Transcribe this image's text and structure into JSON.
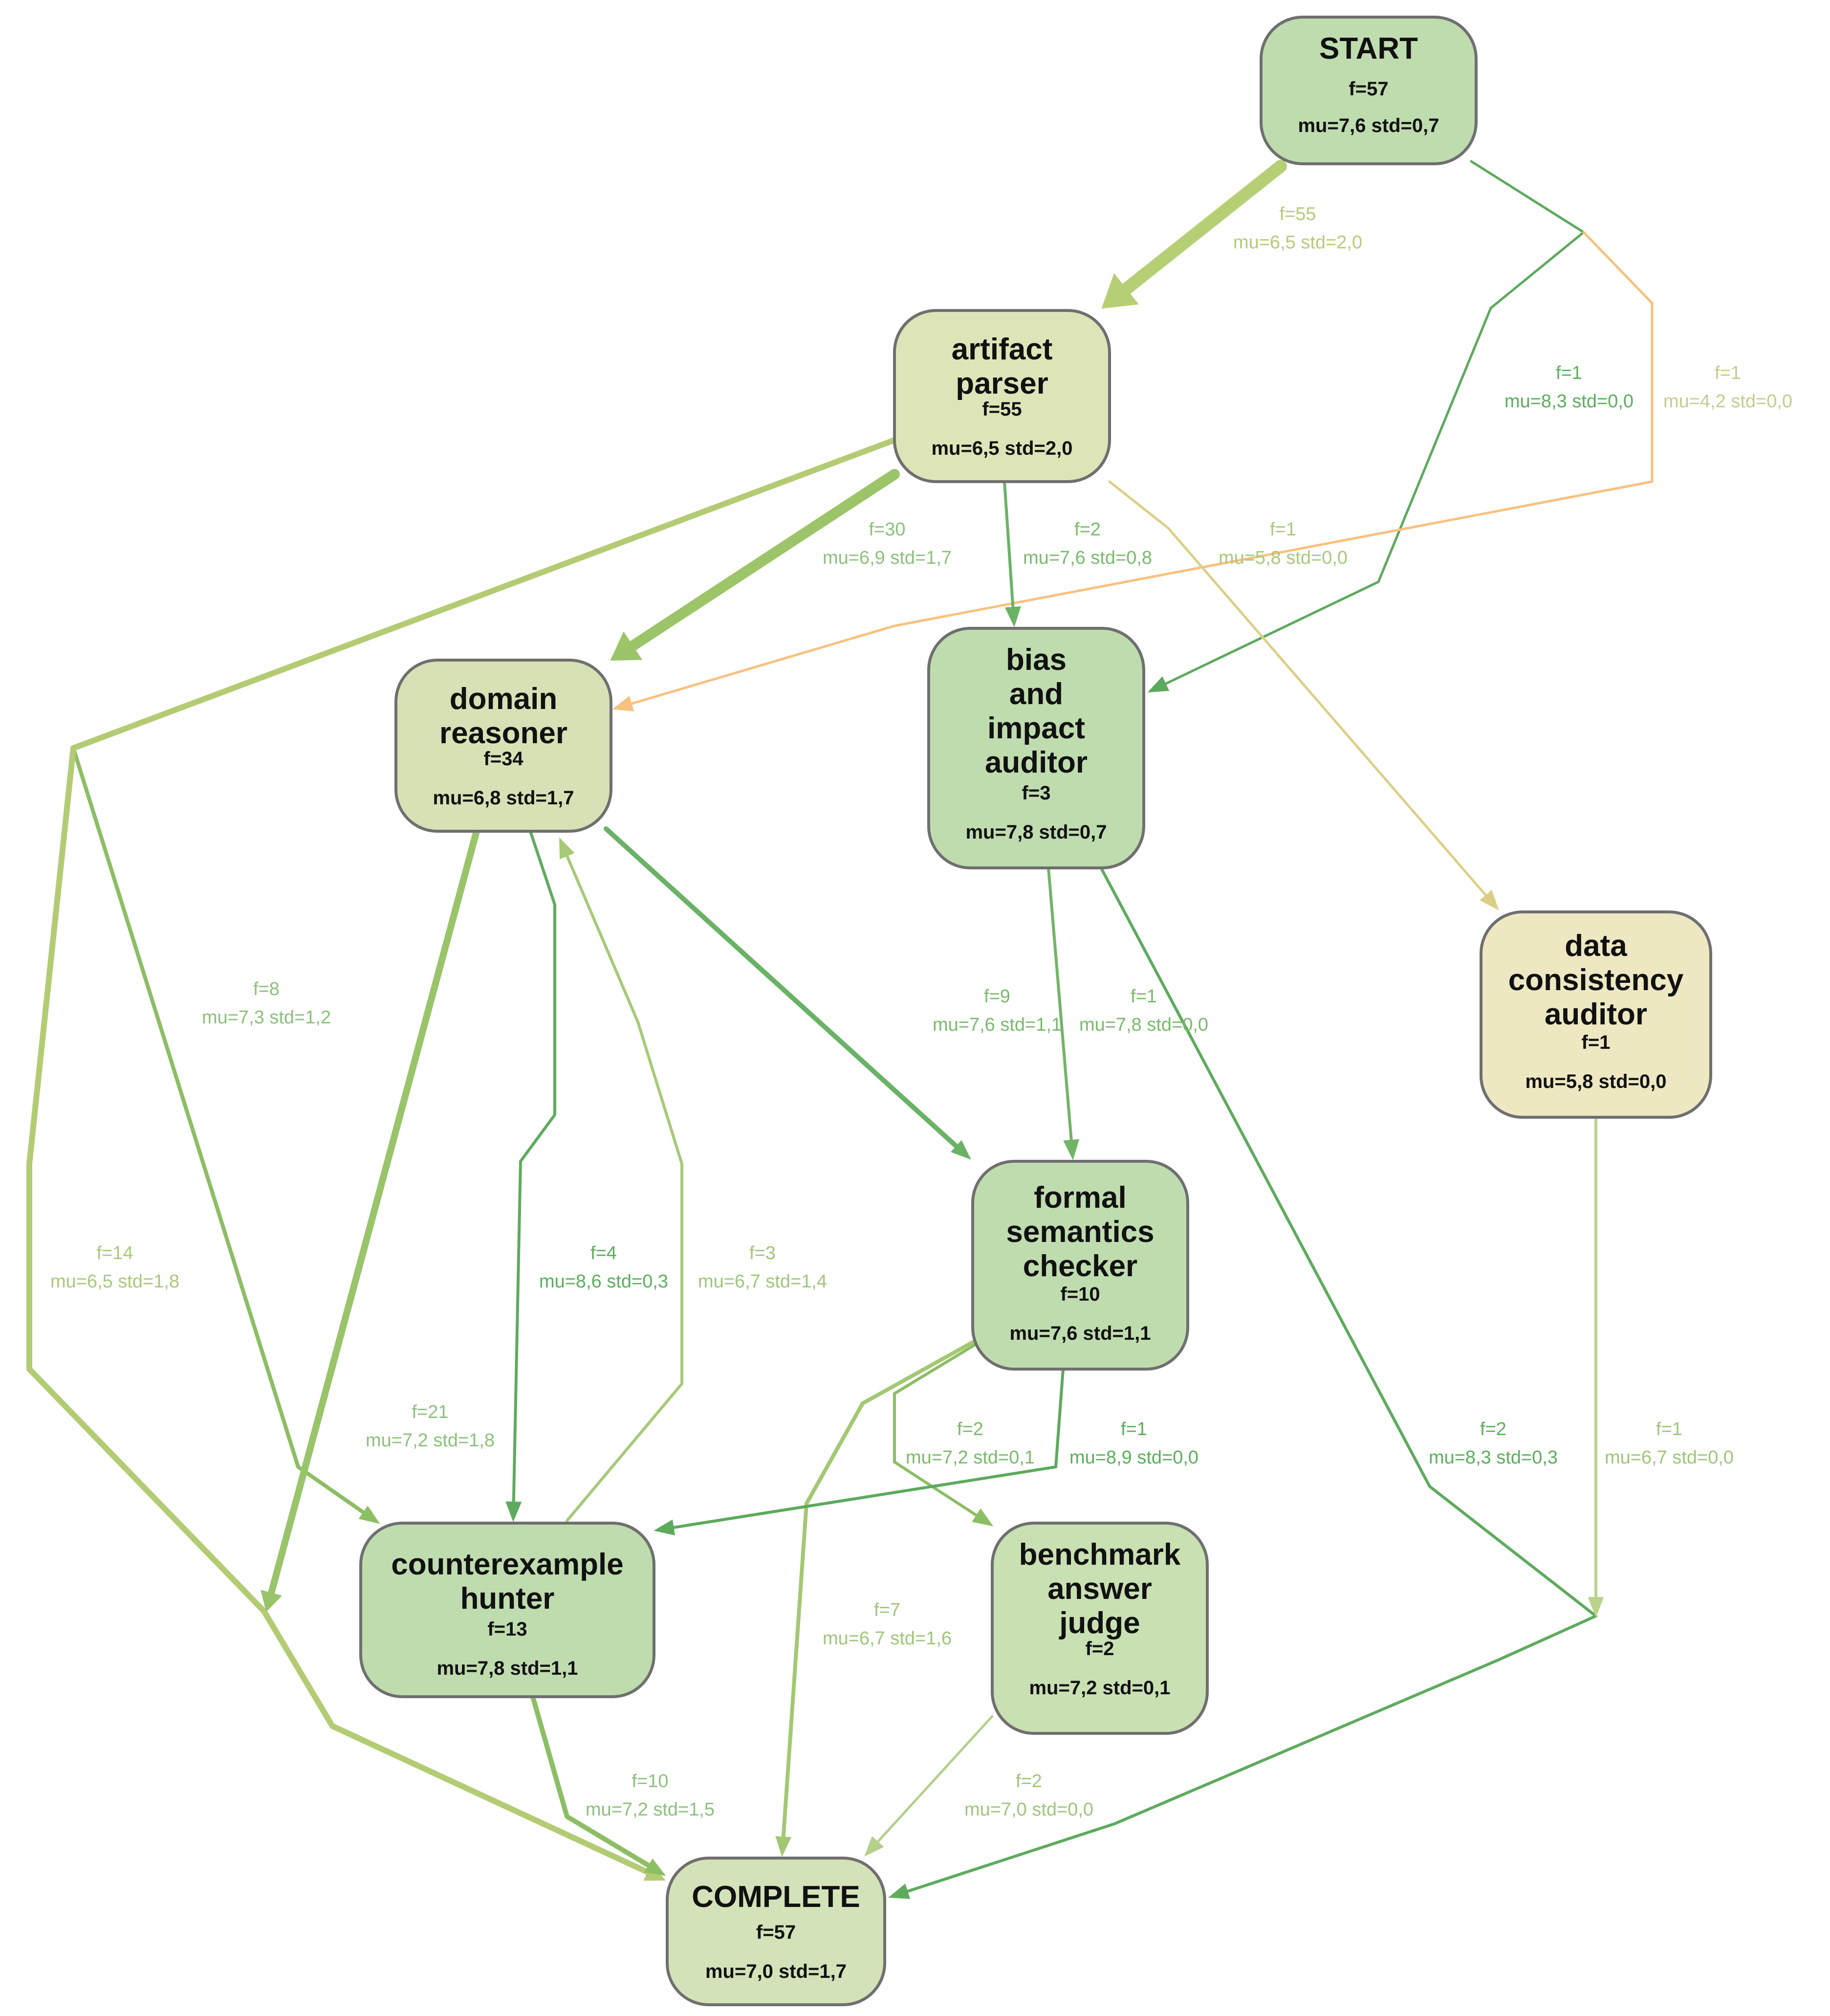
{
  "nodes": [
    {
      "id": "start",
      "title": [
        "START"
      ],
      "freq": "f=57",
      "stats": "mu=7,6 std=0,7",
      "fill": "#bfdcaf"
    },
    {
      "id": "artifact-parser",
      "title": [
        "artifact",
        "parser"
      ],
      "freq": "f=55",
      "stats": "mu=6,5 std=2,0",
      "fill": "#dde5b8"
    },
    {
      "id": "domain-reasoner",
      "title": [
        "domain",
        "reasoner"
      ],
      "freq": "f=34",
      "stats": "mu=6,8 std=1,7",
      "fill": "#d6e2b6"
    },
    {
      "id": "bias-impact-auditor",
      "title": [
        "bias",
        "and",
        "impact",
        "auditor"
      ],
      "freq": "f=3",
      "stats": "mu=7,8 std=0,7",
      "fill": "#bfdcaf"
    },
    {
      "id": "data-consistency-auditor",
      "title": [
        "data",
        "consistency",
        "auditor"
      ],
      "freq": "f=1",
      "stats": "mu=5,8 std=0,0",
      "fill": "#ede8c2"
    },
    {
      "id": "formal-semantics-checker",
      "title": [
        "formal",
        "semantics",
        "checker"
      ],
      "freq": "f=10",
      "stats": "mu=7,6 std=1,1",
      "fill": "#bfdcaf"
    },
    {
      "id": "counterexample-hunter",
      "title": [
        "counterexample",
        "hunter"
      ],
      "freq": "f=13",
      "stats": "mu=7,8 std=1,1",
      "fill": "#bfdcaf"
    },
    {
      "id": "benchmark-answer-judge",
      "title": [
        "benchmark",
        "answer",
        "judge"
      ],
      "freq": "f=2",
      "stats": "mu=7,2 std=0,1",
      "fill": "#c9e0b3"
    },
    {
      "id": "complete",
      "title": [
        "COMPLETE"
      ],
      "freq": "f=57",
      "stats": "mu=7,0 std=1,7",
      "fill": "#d3e2b8"
    }
  ],
  "edges": [
    {
      "id": "start-to-artifact-parser",
      "freq": "f=55",
      "stats": "mu=6,5 std=2,0",
      "color": "#b7cf74",
      "label_color": "#b3cc7a"
    },
    {
      "id": "start-to-bias-impact-auditor",
      "freq": "f=1",
      "stats": "mu=8,3 std=0,0",
      "color": "#5caa5c",
      "label_color": "#5cae5c"
    },
    {
      "id": "start-to-domain-reasoner",
      "freq": "f=1",
      "stats": "mu=4,2 std=0,0",
      "color": "#f8c17e",
      "label_color": "#c9c98f"
    },
    {
      "id": "artifact-parser-to-domain-reasoner",
      "freq": "f=30",
      "stats": "mu=6,9 std=1,7",
      "color": "#9cc468",
      "label_color": "#8cc07c"
    },
    {
      "id": "artifact-parser-to-bias-impact-auditor",
      "freq": "f=2",
      "stats": "mu=7,6 std=0,8",
      "color": "#6ab266",
      "label_color": "#7aba6c"
    },
    {
      "id": "artifact-parser-to-data-consistency-auditor",
      "freq": "f=1",
      "stats": "mu=5,8 std=0,0",
      "color": "#dccf85",
      "label_color": "#a8c97a"
    },
    {
      "id": "artifact-parser-to-counterexample-hunter",
      "freq": "f=8",
      "stats": "mu=7,3 std=1,2",
      "color": "#8cbe64",
      "label_color": "#8cc07c"
    },
    {
      "id": "artifact-parser-to-complete",
      "freq": "f=14",
      "stats": "mu=6,5 std=1,8",
      "color": "#b3cc74",
      "label_color": "#a8c97a"
    },
    {
      "id": "domain-reasoner-to-complete",
      "freq": "f=21",
      "stats": "mu=7,2 std=1,8",
      "color": "#99c46a",
      "label_color": "#8cc07c"
    },
    {
      "id": "domain-reasoner-to-counterexample-hunter",
      "freq": "f=4",
      "stats": "mu=8,6 std=0,3",
      "color": "#5eab5e",
      "label_color": "#5cae5c"
    },
    {
      "id": "counterexample-hunter-to-domain-reasoner",
      "freq": "f=3",
      "stats": "mu=6,7 std=1,4",
      "color": "#a6ca78",
      "label_color": "#9ec67a"
    },
    {
      "id": "domain-reasoner-to-formal-semantics-checker",
      "freq": "f=9",
      "stats": "mu=7,6 std=1,1",
      "color": "#6ab266",
      "label_color": "#7aba6c"
    },
    {
      "id": "bias-impact-auditor-to-formal-semantics-checker",
      "freq": "f=1",
      "stats": "mu=7,8 std=0,0",
      "color": "#72b466",
      "label_color": "#7aba6c"
    },
    {
      "id": "bias-impact-auditor-to-complete",
      "freq": "f=2",
      "stats": "mu=8,3 std=0,3",
      "color": "#5eab5e",
      "label_color": "#5cae5c"
    },
    {
      "id": "data-consistency-auditor-to-complete",
      "freq": "f=1",
      "stats": "mu=6,7 std=0,0",
      "color": "#b9d38c",
      "label_color": "#9ec67a"
    },
    {
      "id": "formal-semantics-checker-to-complete",
      "freq": "f=7",
      "stats": "mu=6,7 std=1,6",
      "color": "#a3c874",
      "label_color": "#9ec67a"
    },
    {
      "id": "formal-semantics-checker-to-benchmark-answer-judge",
      "freq": "f=2",
      "stats": "mu=7,2 std=0,1",
      "color": "#8cbe64",
      "label_color": "#7aba6c"
    },
    {
      "id": "formal-semantics-checker-to-counterexample-hunter",
      "freq": "f=1",
      "stats": "mu=8,9 std=0,0",
      "color": "#5caa5c",
      "label_color": "#5cae5c"
    },
    {
      "id": "counterexample-hunter-to-complete",
      "freq": "f=10",
      "stats": "mu=7,2 std=1,5",
      "color": "#8cbe64",
      "label_color": "#8cc07c"
    },
    {
      "id": "benchmark-answer-judge-to-complete",
      "freq": "f=2",
      "stats": "mu=7,0 std=0,0",
      "color": "#b3d08c",
      "label_color": "#9ec67a"
    }
  ]
}
